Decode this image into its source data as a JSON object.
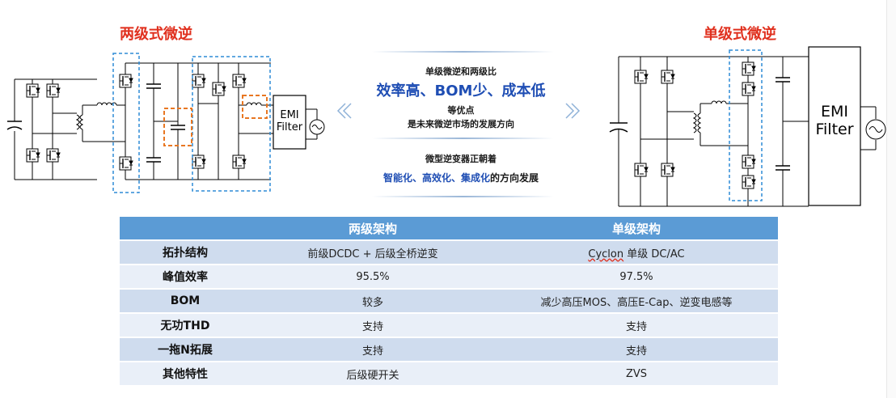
{
  "left_title": "两级式微逆",
  "right_title": "单级式微逆",
  "emi_left": {
    "line1": "EMI",
    "line2": "Filter"
  },
  "emi_right": {
    "line1": "EMI",
    "line2": "Filter"
  },
  "center": {
    "line1": "单级微逆和两级比",
    "line2": "效率高、BOM少、成本低",
    "line3": "等优点",
    "line4": "是未来微逆市场的发展方向",
    "line5": "微型逆变器正朝着",
    "line6_highlight": "智能化、高效化、集成化",
    "line6_tail": "的方向发展"
  },
  "table": {
    "headers": [
      "",
      "两级架构",
      "单级架构"
    ],
    "rows": [
      {
        "label": "拓扑结构",
        "col1": "前级DCDC + 后级全桥逆变",
        "col2_a": "Cyclon",
        "col2_b": " 单级 DC/AC"
      },
      {
        "label": "峰值效率",
        "col1": "95.5%",
        "col2": "97.5%"
      },
      {
        "label": "BOM",
        "col1": "较多",
        "col2": "减少高压MOS、高压E-Cap、逆变电感等"
      },
      {
        "label": "无功THD",
        "col1": "支持",
        "col2": "支持"
      },
      {
        "label": "一拖N拓展",
        "col1": "支持",
        "col2": "支持"
      },
      {
        "label": "其他特性",
        "col1": "后级硬开关",
        "col2": "ZVS"
      }
    ]
  },
  "colors": {
    "title_red": "#e0301e",
    "header_blue": "#5b9bd5",
    "row_dark": "#cfdcee",
    "row_light": "#e9eff8",
    "dash_blue": "#2e8bd6",
    "dash_orange": "#e87722",
    "highlight_blue": "#1f4eb4"
  }
}
